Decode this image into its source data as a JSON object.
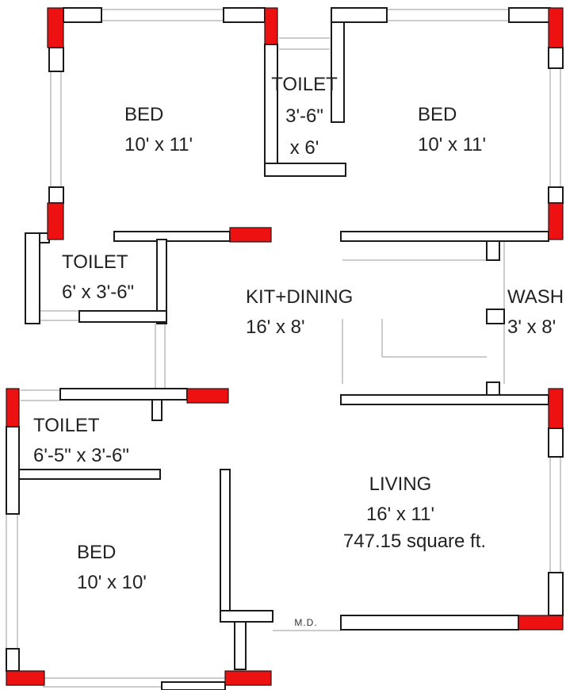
{
  "rooms": {
    "bed_top_left": {
      "name": "BED",
      "size": "10' x 11'"
    },
    "toilet_top": {
      "name": "TOILET",
      "size_line1": "3'-6\"",
      "size_line2": "x 6'"
    },
    "bed_top_right": {
      "name": "BED",
      "size": "10' x 11'"
    },
    "toilet_left": {
      "name": "TOILET",
      "size": "6' x 3'-6\""
    },
    "kit_dining": {
      "name": "KIT+DINING",
      "size": "16' x 8'"
    },
    "wash": {
      "name": "WASH",
      "size": "3' x 8'"
    },
    "toilet_bottom_left": {
      "name": "TOILET",
      "size": "6'-5\" x 3'-6\""
    },
    "living": {
      "name": "LIVING",
      "size": "16' x 11'",
      "area": "747.15 square ft."
    },
    "bed_bottom_left": {
      "name": "BED",
      "size": "10' x 10'"
    }
  },
  "main_door": {
    "label": "M.D."
  },
  "colors": {
    "column": "#ee1111",
    "wall": "#1a1a1a"
  }
}
